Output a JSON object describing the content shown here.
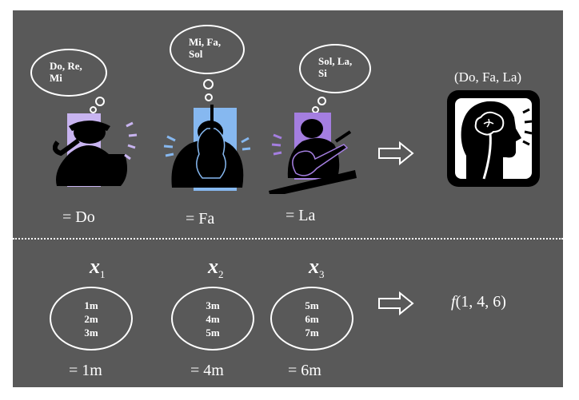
{
  "top": {
    "musicians": [
      {
        "thought": "Do, Re,\nMi",
        "equals": "= Do",
        "panel_color": "#c8b4f0",
        "instrument": "saxophone"
      },
      {
        "thought": "Mi, Fa,\nSol",
        "equals": "= Fa",
        "panel_color": "#86b8f0",
        "instrument": "cello"
      },
      {
        "thought": "Sol, La,\nSi",
        "equals": "= La",
        "panel_color": "#a47ee0",
        "instrument": "guitar"
      }
    ],
    "arrow": "arrow-right-icon",
    "result_label": "(Do, Fa, La)",
    "result_icon": "head-brain-icon"
  },
  "bottom": {
    "variables": [
      {
        "symbol": "x",
        "subscript": "1",
        "values": "1m\n2m\n3m",
        "equals": "= 1m"
      },
      {
        "symbol": "x",
        "subscript": "2",
        "values": "3m\n4m\n5m",
        "equals": "= 4m"
      },
      {
        "symbol": "x",
        "subscript": "3",
        "values": "5m\n6m\n7m",
        "equals": "= 6m"
      }
    ],
    "function_name": "f",
    "function_args": "(1, 4, 6)"
  },
  "colors": {
    "background": "#595959",
    "foreground": "#ffffff"
  }
}
